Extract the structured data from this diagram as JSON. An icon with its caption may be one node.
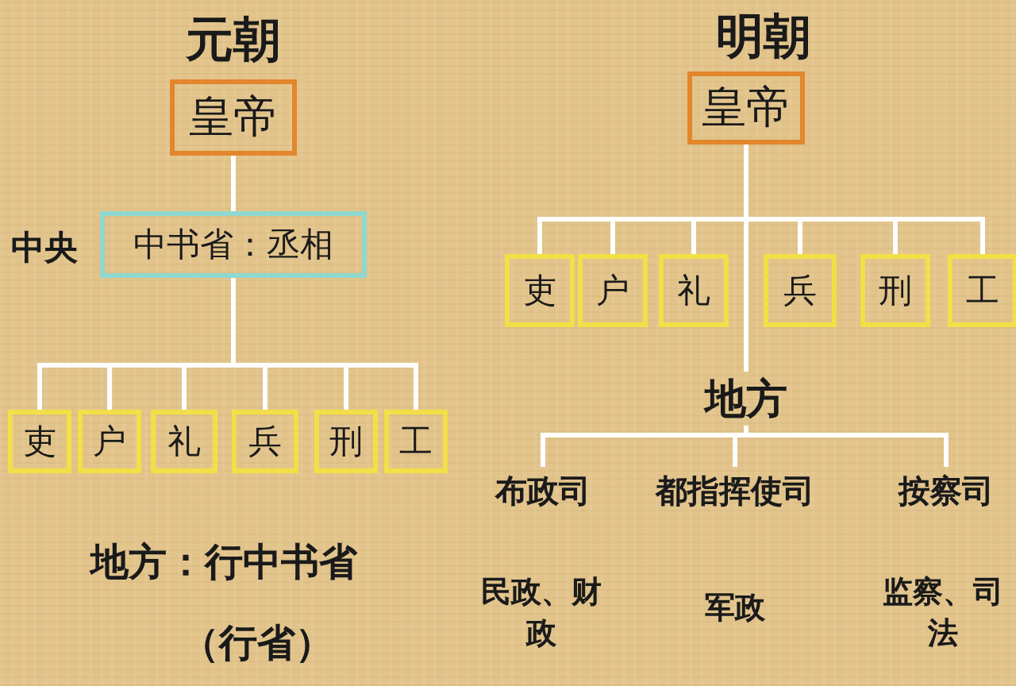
{
  "diagram": {
    "nodes": [
      {
        "text": [
          "皇帝"
        ]
      },
      {
        "text": [
          "中书省：丞相"
        ]
      },
      {
        "text": [
          "吏"
        ]
      },
      {
        "text": [
          "户"
        ]
      },
      {
        "text": [
          "礼"
        ]
      },
      {
        "text": [
          "兵"
        ]
      },
      {
        "text": [
          "刑"
        ]
      },
      {
        "text": [
          "工"
        ]
      },
      {
        "text": [
          "皇帝"
        ]
      },
      {
        "text": [
          "吏"
        ]
      },
      {
        "text": [
          "户"
        ]
      },
      {
        "text": [
          "礼"
        ]
      },
      {
        "text": [
          "兵"
        ]
      },
      {
        "text": [
          "刑"
        ]
      },
      {
        "text": [
          "工"
        ]
      },
      {
        "text": [
          "地方"
        ]
      },
      {
        "text": [
          "布政司"
        ],
        "beside": [
          "民政、财政"
        ]
      },
      {
        "text": [
          "都指挥使司"
        ],
        "beside": [
          "军政"
        ]
      },
      {
        "text": [
          "按察司"
        ],
        "beside": [
          "监察、司法"
        ]
      }
    ],
    "edges": [
      {
        "from": 0,
        "to": 1,
        "arrow": "none"
      },
      {
        "from": 1,
        "to": 2,
        "arrow": "none"
      },
      {
        "from": 1,
        "to": 3,
        "arrow": "none"
      },
      {
        "from": 1,
        "to": 4,
        "arrow": "none"
      },
      {
        "from": 1,
        "to": 5,
        "arrow": "none"
      },
      {
        "from": 1,
        "to": 6,
        "arrow": "none"
      },
      {
        "from": 1,
        "to": 7,
        "arrow": "none"
      },
      {
        "from": 8,
        "to": 9,
        "arrow": "none"
      },
      {
        "from": 8,
        "to": 10,
        "arrow": "none"
      },
      {
        "from": 8,
        "to": 11,
        "arrow": "none"
      },
      {
        "from": 8,
        "to": 12,
        "arrow": "none"
      },
      {
        "from": 8,
        "to": 13,
        "arrow": "none"
      },
      {
        "from": 8,
        "to": 14,
        "arrow": "none"
      },
      {
        "from": 8,
        "to": 15,
        "arrow": "none"
      },
      {
        "from": 15,
        "to": 16,
        "arrow": "none"
      },
      {
        "from": 15,
        "to": 17,
        "arrow": "none"
      },
      {
        "from": 15,
        "to": 18,
        "arrow": "none"
      }
    ],
    "labels": [
      "元朝",
      "明朝",
      "中央",
      "地方：行中书省",
      "（行省）"
    ]
  }
}
